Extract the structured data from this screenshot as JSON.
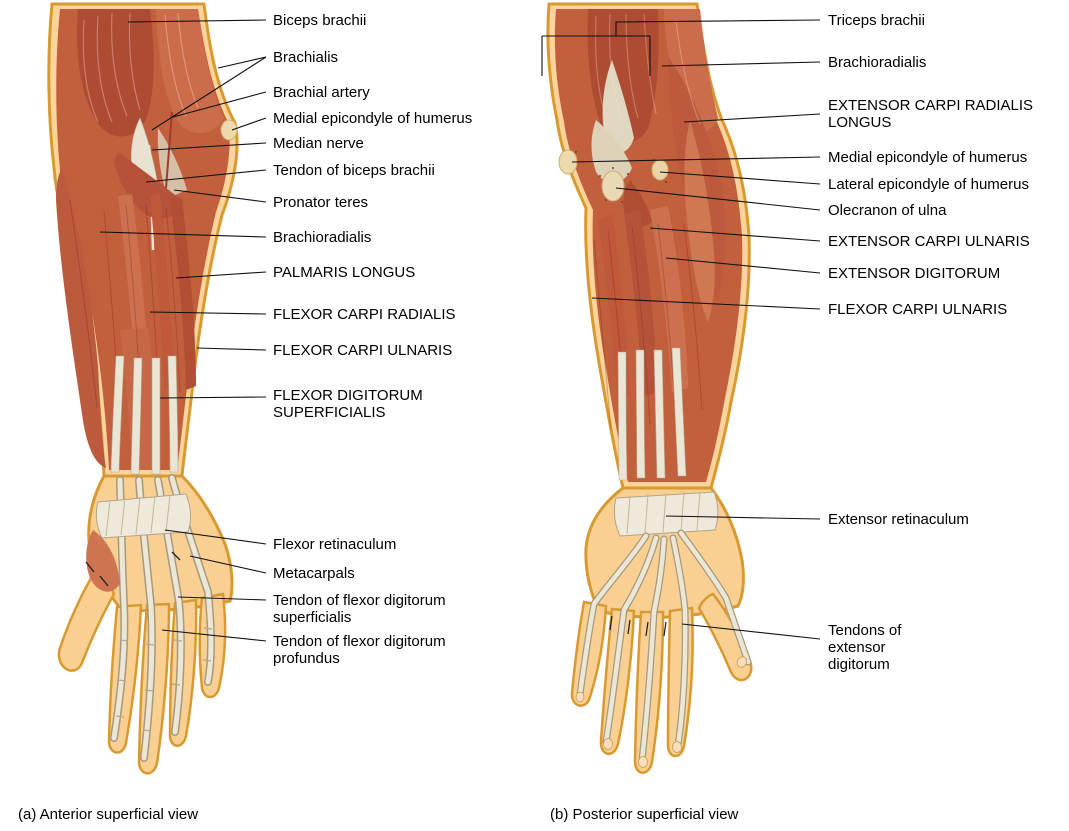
{
  "figure": {
    "panels": [
      {
        "caption": "(a) Anterior superficial view",
        "labels": [
          {
            "text": "Biceps brachii"
          },
          {
            "text": "Brachialis"
          },
          {
            "text": "Brachial artery"
          },
          {
            "text": "Medial epicondyle of humerus"
          },
          {
            "text": "Median nerve"
          },
          {
            "text": "Tendon of biceps brachii"
          },
          {
            "text": "Pronator teres"
          },
          {
            "text": "Brachioradialis"
          },
          {
            "text": "PALMARIS LONGUS"
          },
          {
            "text": "FLEXOR CARPI RADIALIS"
          },
          {
            "text": "FLEXOR CARPI ULNARIS"
          },
          {
            "text": "FLEXOR DIGITORUM SUPERFICIALIS"
          },
          {
            "text": "Flexor retinaculum"
          },
          {
            "text": "Metacarpals"
          },
          {
            "text": "Tendon of flexor digitorum superficialis"
          },
          {
            "text": "Tendon of flexor digitorum profundus"
          }
        ]
      },
      {
        "caption": "(b) Posterior superficial view",
        "labels": [
          {
            "text": "Triceps brachii"
          },
          {
            "text": "Brachioradialis"
          },
          {
            "text": "EXTENSOR CARPI RADIALIS LONGUS"
          },
          {
            "text": "Medial epicondyle of humerus"
          },
          {
            "text": "Lateral epicondyle of humerus"
          },
          {
            "text": "Olecranon of ulna"
          },
          {
            "text": "EXTENSOR CARPI ULNARIS"
          },
          {
            "text": "EXTENSOR DIGITORUM"
          },
          {
            "text": "FLEXOR CARPI ULNARIS"
          },
          {
            "text": "Extensor retinaculum"
          },
          {
            "text": "Tendons of extensor digitorum"
          }
        ]
      }
    ],
    "colors": {
      "muscle_base": "#c2603e",
      "muscle_dark": "#ad4b33",
      "muscle_light": "#cd7050",
      "tendon_white": "#ece6d7",
      "skin": "#fbd49c",
      "fat_outline": "#d89a30",
      "bone_pale": "#ead9b4",
      "leader_line": "#111111"
    }
  }
}
